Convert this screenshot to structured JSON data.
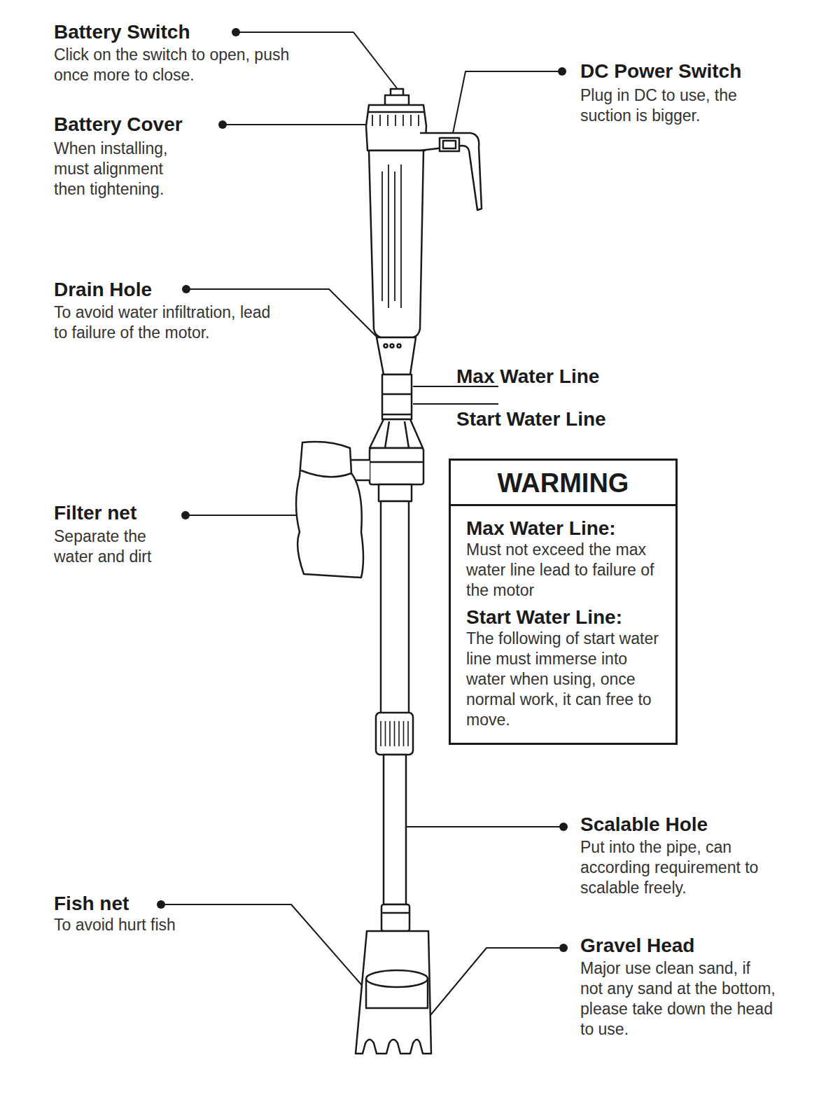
{
  "diagram": {
    "nodes": [
      {
        "text": [
          "WARMING",
          "Max Water Line:",
          "Must not exceed the max water line lead to failure of the motor",
          "Start Water Line:",
          "The following of start water line must immerse into water when using, once normal work, it can free to move."
        ]
      }
    ],
    "labels": [
      "Battery Switch",
      "Click on the switch to open, push once more to close.",
      "DC Power Switch",
      "Plug in DC to use, the suction is bigger.",
      "Battery Cover",
      "When installing, must alignment then tightening.",
      "Drain Hole",
      "To avoid water infiltration, lead to failure of the motor.",
      "Max Water Line",
      "Start Water Line",
      "Filter net",
      "Separate the water and dirt",
      "Scalable Hole",
      "Put into the pipe, can according requirement to scalable freely.",
      "Fish net",
      "To avoid hurt fish",
      "Gravel Head",
      "Major use clean sand, if not any sand at the bottom, please take down the head to use."
    ]
  }
}
